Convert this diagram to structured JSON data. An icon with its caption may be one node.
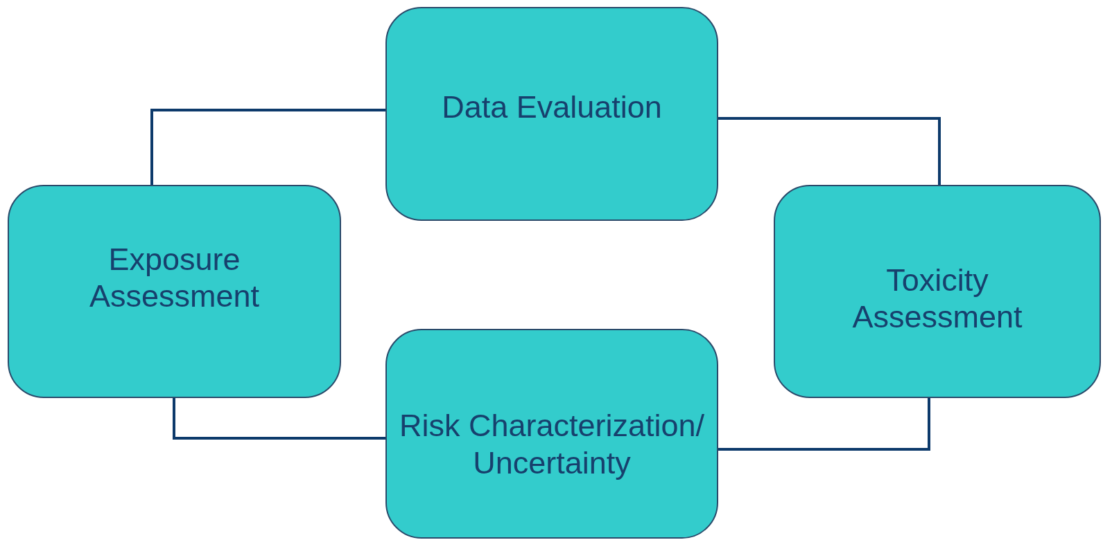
{
  "diagram": {
    "nodes": [
      {
        "text": [
          "Data Evaluation"
        ]
      },
      {
        "text": [
          "Exposure Assessment"
        ]
      },
      {
        "text": [
          "Toxicity Assessment"
        ]
      },
      {
        "text": [
          "Risk Characterization/ Uncertainty"
        ]
      }
    ],
    "edges": [
      {
        "from": 1,
        "to": 0,
        "arrow": "none"
      },
      {
        "from": 0,
        "to": 2,
        "arrow": "none"
      },
      {
        "from": 2,
        "to": 3,
        "arrow": "none"
      },
      {
        "from": 1,
        "to": 3,
        "arrow": "none"
      }
    ]
  }
}
